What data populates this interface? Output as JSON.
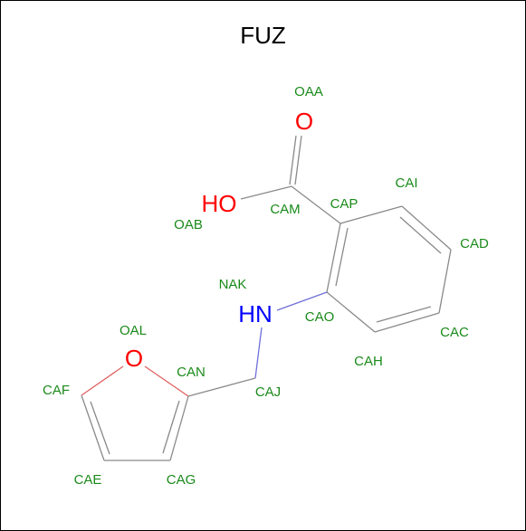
{
  "molecule": {
    "title": "FUZ"
  },
  "elements": {
    "O_top": "O",
    "HO": "HO",
    "HN": "HN",
    "O_ring": "O"
  },
  "atom_labels": {
    "OAA": "OAA",
    "OAB": "OAB",
    "CAM": "CAM",
    "CAP": "CAP",
    "CAI": "CAI",
    "CAD": "CAD",
    "CAC": "CAC",
    "CAH": "CAH",
    "CAO": "CAO",
    "NAK": "NAK",
    "CAJ": "CAJ",
    "CAN": "CAN",
    "OAL": "OAL",
    "CAF": "CAF",
    "CAE": "CAE",
    "CAG": "CAG"
  },
  "colors": {
    "oxygen": "#ff0000",
    "nitrogen": "#0000ff",
    "carbon_bond": "#8a8a8a",
    "atom_label": "#1a8a1a"
  }
}
